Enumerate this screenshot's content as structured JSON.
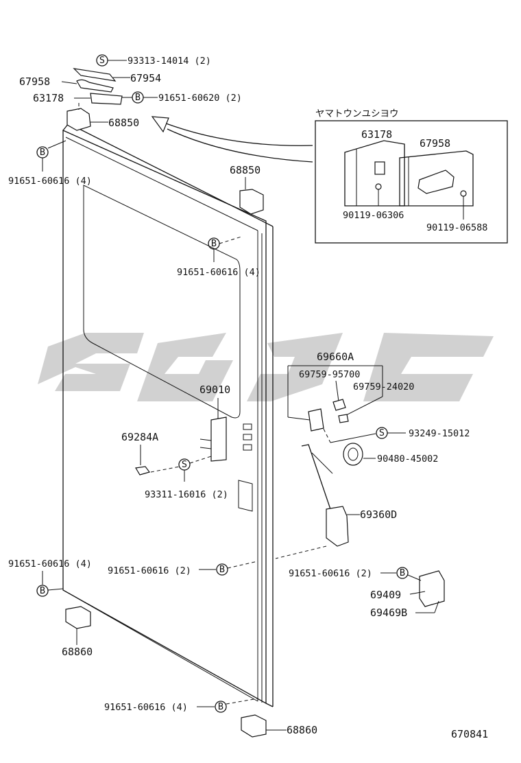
{
  "symbols": {
    "s": "S",
    "b": "B"
  },
  "top_group": {
    "bolt_s": "93313-14014 (2)",
    "p67954": "67954",
    "p67958": "67958",
    "p63178": "63178",
    "bolt_b": "91651-60620 (2)",
    "hinge": "68850"
  },
  "inset": {
    "title": "ヤマトウンユシヨウ",
    "p63178": "63178",
    "p67958": "67958",
    "screw1": "90119-06306",
    "screw2": "90119-06588"
  },
  "door": {
    "bolt_left_top": "91651-60616 (4)",
    "hinge_right_top": "68850",
    "bolt_right_top": "91651-60616 (4)",
    "handle": "69010",
    "cap": "69284A",
    "screw_handle": "93311-16016 (2)",
    "bolt_left_bottom": "91651-60616 (4)",
    "bolt_mid": "91651-60616 (2)",
    "hinge_left_bottom": "68860",
    "bolt_bottom": "91651-60616 (4)",
    "hinge_bottom": "68860"
  },
  "lock_group": {
    "lock_assy": "69660A",
    "clip1": "69759-95700",
    "clip2": "69759-24020",
    "screw_s": "93249-15012",
    "grommet": "90480-45002",
    "latch": "69360D",
    "bolt_striker": "91651-60616 (2)",
    "striker": "69409",
    "plate": "69469B"
  },
  "diagram_code": "670841",
  "colors": {
    "line": "#111111",
    "watermark": "#c9c9c9",
    "background": "#ffffff"
  }
}
